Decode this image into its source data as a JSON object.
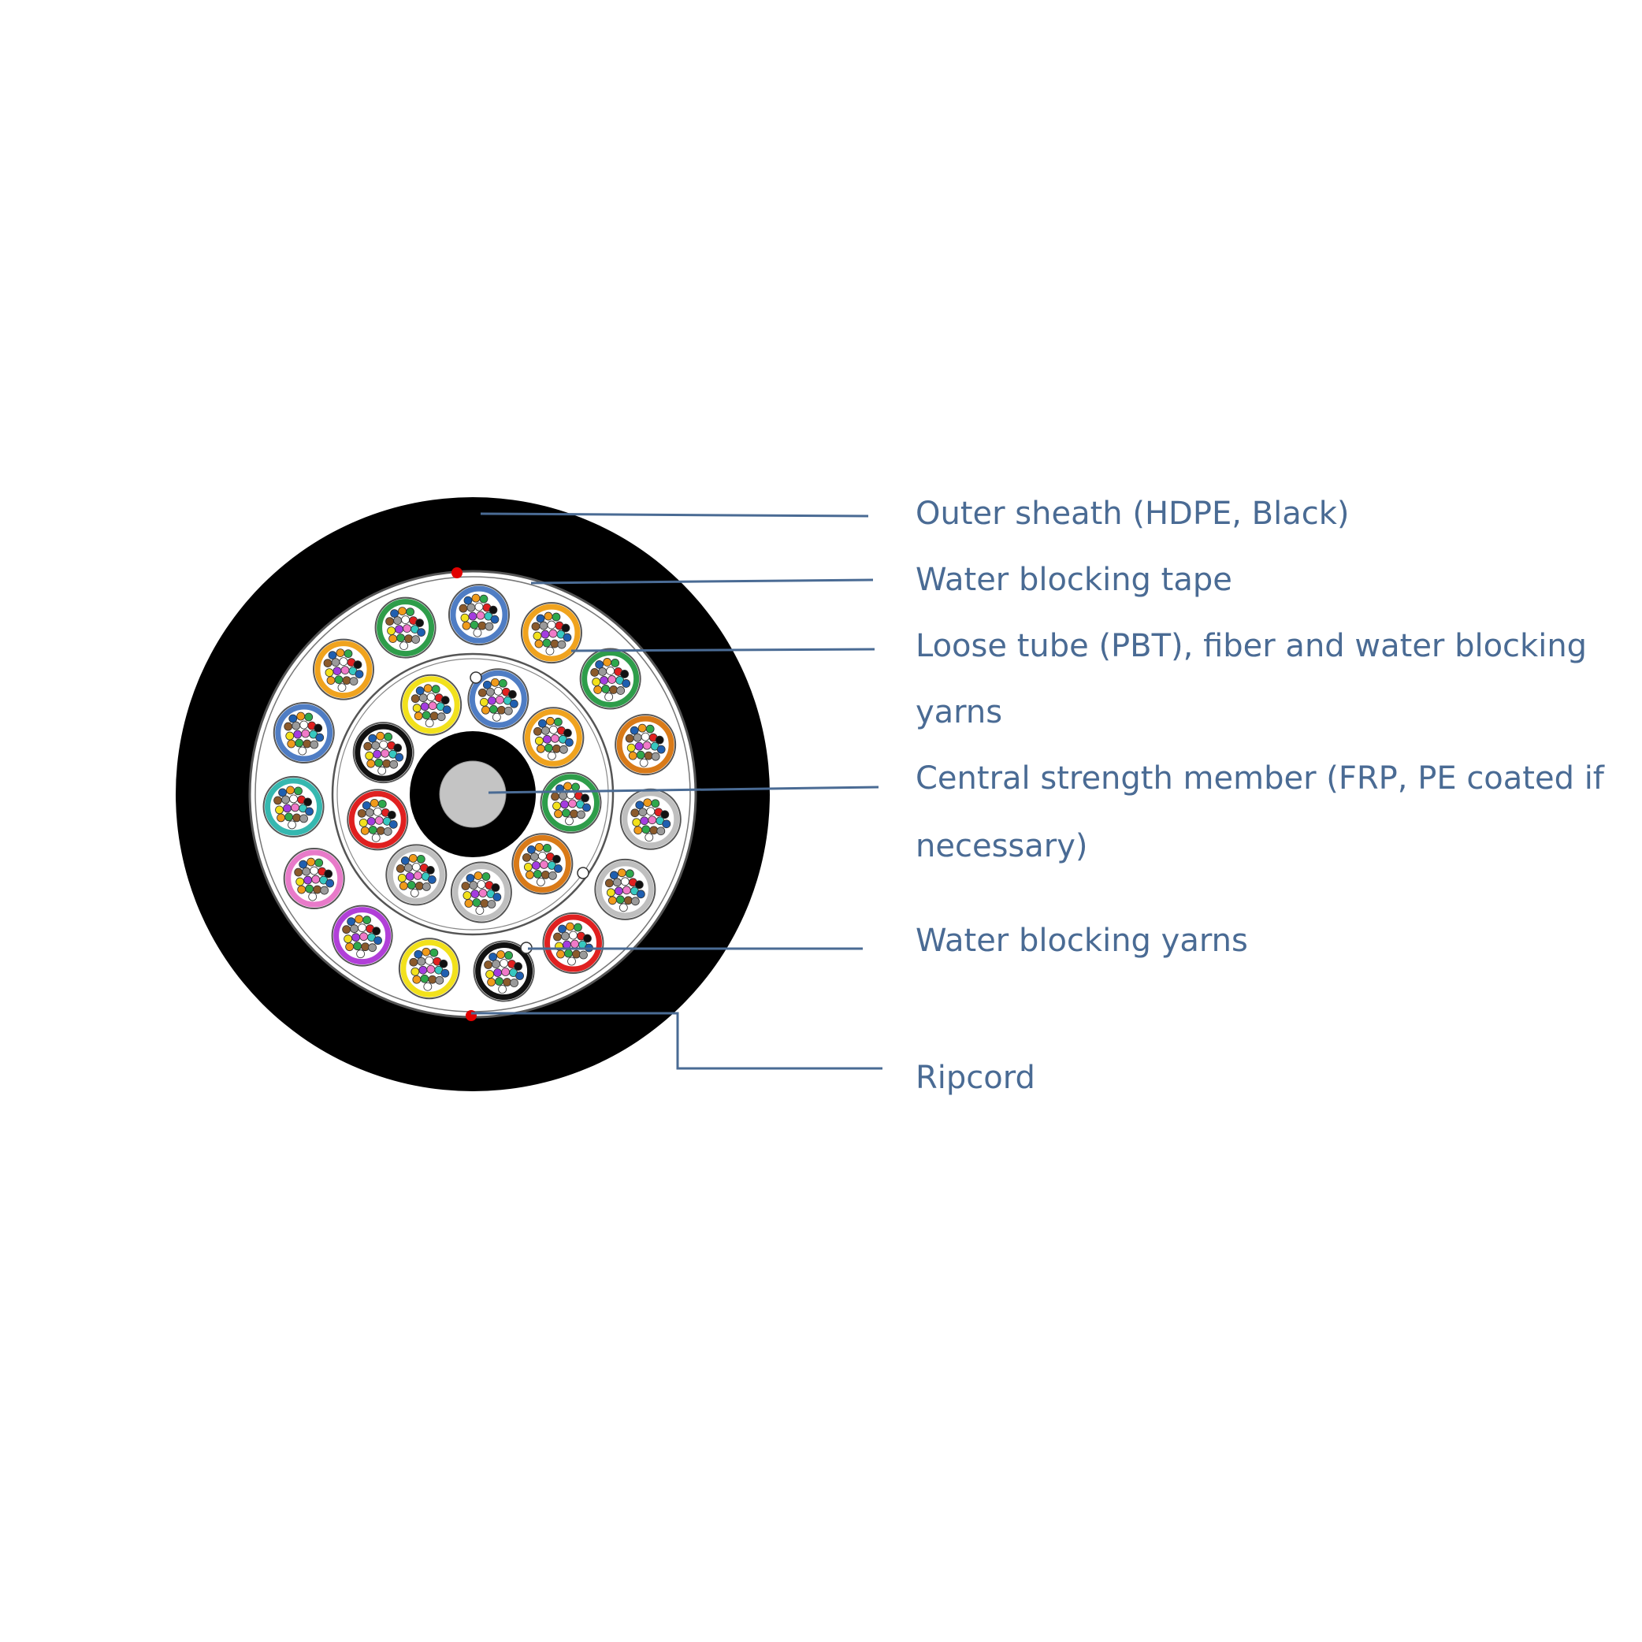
{
  "labels": {
    "outer_sheath": "Outer sheath (HDPE, Black)",
    "water_blocking_tape": "Water blocking tape",
    "loose_tube_line1": "Loose tube (PBT), fiber and water blocking",
    "loose_tube_line2": "yarns",
    "central_member_line1": "Central strength member (FRP, PE coated if",
    "central_member_line2": "necessary)",
    "water_blocking_yarns": "Water blocking yarns",
    "ripcord": "Ripcord"
  },
  "colors": {
    "text": "#4a6b94",
    "leader_line": "#4a6b94",
    "sheath": "#000000",
    "ripcord": "#e00000",
    "strength_member": "#c4c4c4"
  },
  "loose_tubes": {
    "outer_ring": [
      {
        "color": "#2e9d4a"
      },
      {
        "color": "#4f7dc4"
      },
      {
        "color": "#f0a31e"
      },
      {
        "color": "#2e9d4a"
      },
      {
        "color": "#d97a18"
      },
      {
        "color": "#bfbfbf"
      },
      {
        "color": "#bfbfbf"
      },
      {
        "color": "#e02020"
      },
      {
        "color": "#111111"
      },
      {
        "color": "#f2e11c"
      },
      {
        "color": "#b13fd8"
      },
      {
        "color": "#e87ac9"
      },
      {
        "color": "#36b8b0"
      },
      {
        "color": "#4f7dc4"
      },
      {
        "color": "#f0a31e"
      }
    ],
    "inner_ring": [
      {
        "color": "#4f7dc4"
      },
      {
        "color": "#f0a31e"
      },
      {
        "color": "#2e9d4a"
      },
      {
        "color": "#d97a18"
      },
      {
        "color": "#bfbfbf"
      },
      {
        "color": "#bfbfbf"
      },
      {
        "color": "#e02020"
      },
      {
        "color": "#111111"
      },
      {
        "color": "#f2e11c"
      }
    ]
  },
  "fiber_colors": [
    "#1f5fb0",
    "#f09a1a",
    "#2ea84c",
    "#8b5a2b",
    "#9a9a9a",
    "#ffffff",
    "#e02020",
    "#111111",
    "#f2e11c",
    "#a43ce0",
    "#f07ac8",
    "#36c8c0"
  ]
}
